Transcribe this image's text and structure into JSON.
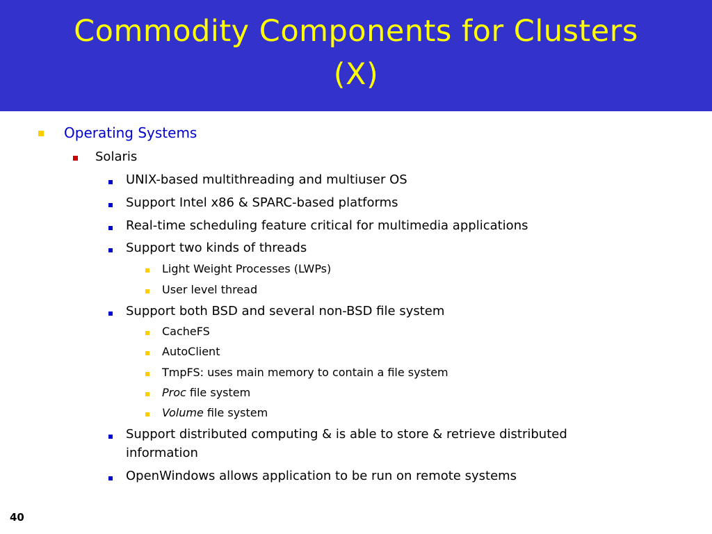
{
  "slide": {
    "title_line1": "Commodity Components for Clusters",
    "title_line2": "(X)",
    "page_number": "40"
  },
  "outline": {
    "level1": "Operating Systems",
    "level2": "Solaris",
    "items": [
      "UNIX-based multithreading and multiuser OS",
      "Support Intel x86 & SPARC-based platforms",
      "Real-time scheduling feature critical for multimedia applications",
      "Support two kinds of threads",
      "Support both BSD and several non-BSD file system",
      "Support distributed computing & is able to store & retrieve distributed",
      "information",
      "OpenWindows allows application to be run on remote systems"
    ],
    "threads": [
      "Light Weight Processes (LWPs)",
      "User level thread"
    ],
    "filesystems": [
      "CacheFS",
      "AutoClient",
      "TmpFS: uses main memory to contain a file system"
    ],
    "proc_fs": {
      "em": "Proc",
      "rest": " file system"
    },
    "volume_fs": {
      "em": "Volume",
      "rest": " file system"
    }
  },
  "colors": {
    "title_bar": "#3333cc",
    "title_text": "#ffff00",
    "level1_text": "#0000cc",
    "bullet_level1": "#ffcc00",
    "bullet_level2": "#cc0000",
    "bullet_level3": "#0000cc",
    "bullet_level4": "#ffcc00"
  },
  "icons": {
    "level1_bullet": "square-bullet-icon",
    "level2_bullet": "square-bullet-icon",
    "level3_bullet": "square-bullet-icon",
    "level4_bullet": "square-bullet-icon"
  }
}
